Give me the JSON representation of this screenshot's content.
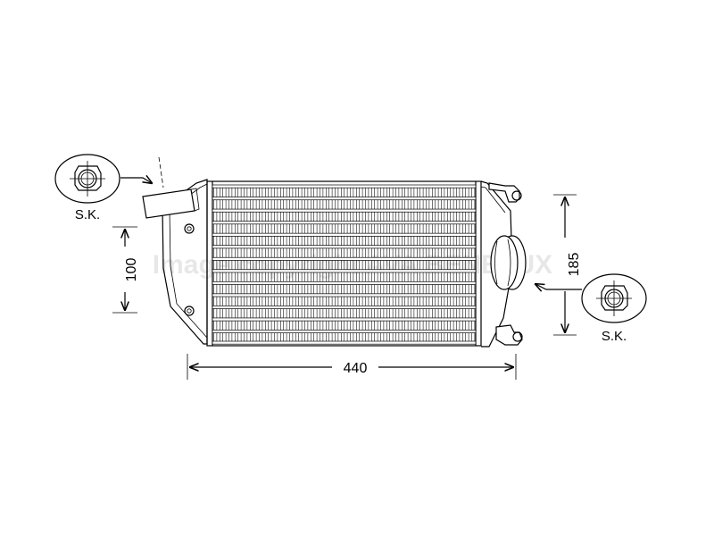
{
  "drawing": {
    "watermark": "Image copyright AVA BENELUX",
    "dimensions": {
      "width": "440",
      "height_right": "185",
      "height_left": "100"
    },
    "callouts": {
      "left_label": "S.K.",
      "right_label": "S.K."
    },
    "core": {
      "fin_rows": 13
    }
  }
}
